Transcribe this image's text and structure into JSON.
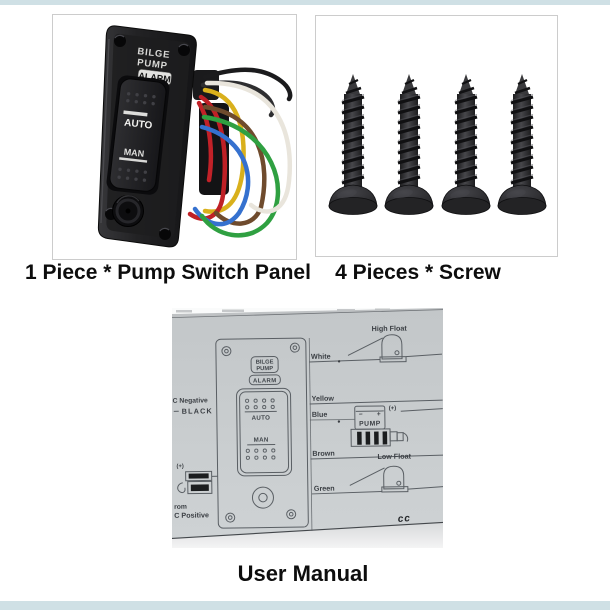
{
  "page": {
    "background": "#ffffff",
    "accent_band": "#cfe0e5",
    "photo_border": "#cccccc",
    "caption_color": "#0d0d0d"
  },
  "captions": {
    "panel": "1 Piece * Pump Switch Panel",
    "screws": "4 Pieces * Screw",
    "manual": "User Manual"
  },
  "panel_photo": {
    "labels": {
      "bilge_line1": "BILGE",
      "bilge_line2": "PUMP",
      "alarm": "ALARM",
      "auto": "AUTO",
      "man": "MAN"
    },
    "wires": [
      {
        "name": "black",
        "hex": "#1b1b1d"
      },
      {
        "name": "dark-gray",
        "hex": "#2e2e30"
      },
      {
        "name": "red-short",
        "hex": "#c22128"
      },
      {
        "name": "yellow",
        "hex": "#d9b01c"
      },
      {
        "name": "red",
        "hex": "#bf2026"
      },
      {
        "name": "brown",
        "hex": "#6f4b2d"
      },
      {
        "name": "blue",
        "hex": "#3571cf"
      },
      {
        "name": "green",
        "hex": "#2fa041"
      },
      {
        "name": "white",
        "hex": "#e9e5dc"
      }
    ]
  },
  "screws_photo": {
    "count": 4,
    "screw_color": "#2c2c2e"
  },
  "manual_photo": {
    "panel_labels": {
      "bilge_line1": "BILGE",
      "bilge_line2": "PUMP",
      "alarm": "ALARM",
      "auto": "AUTO",
      "man": "MAN"
    },
    "left_labels": {
      "dc_negative": "C Negative",
      "black": "BLACK",
      "fuse_plus": "(+)",
      "from_line1": "rom",
      "from_line2": "C Positive"
    },
    "wire_labels": [
      "White",
      "Yellow",
      "Blue",
      "Brown",
      "Green"
    ],
    "right_labels": {
      "high_float": "High Float",
      "low_float": "Low Float",
      "pump": "PUMP",
      "pump_minus": "−",
      "pump_plus": "+",
      "pump_plus_paren": "(+)",
      "fold_mark": "cc"
    }
  }
}
